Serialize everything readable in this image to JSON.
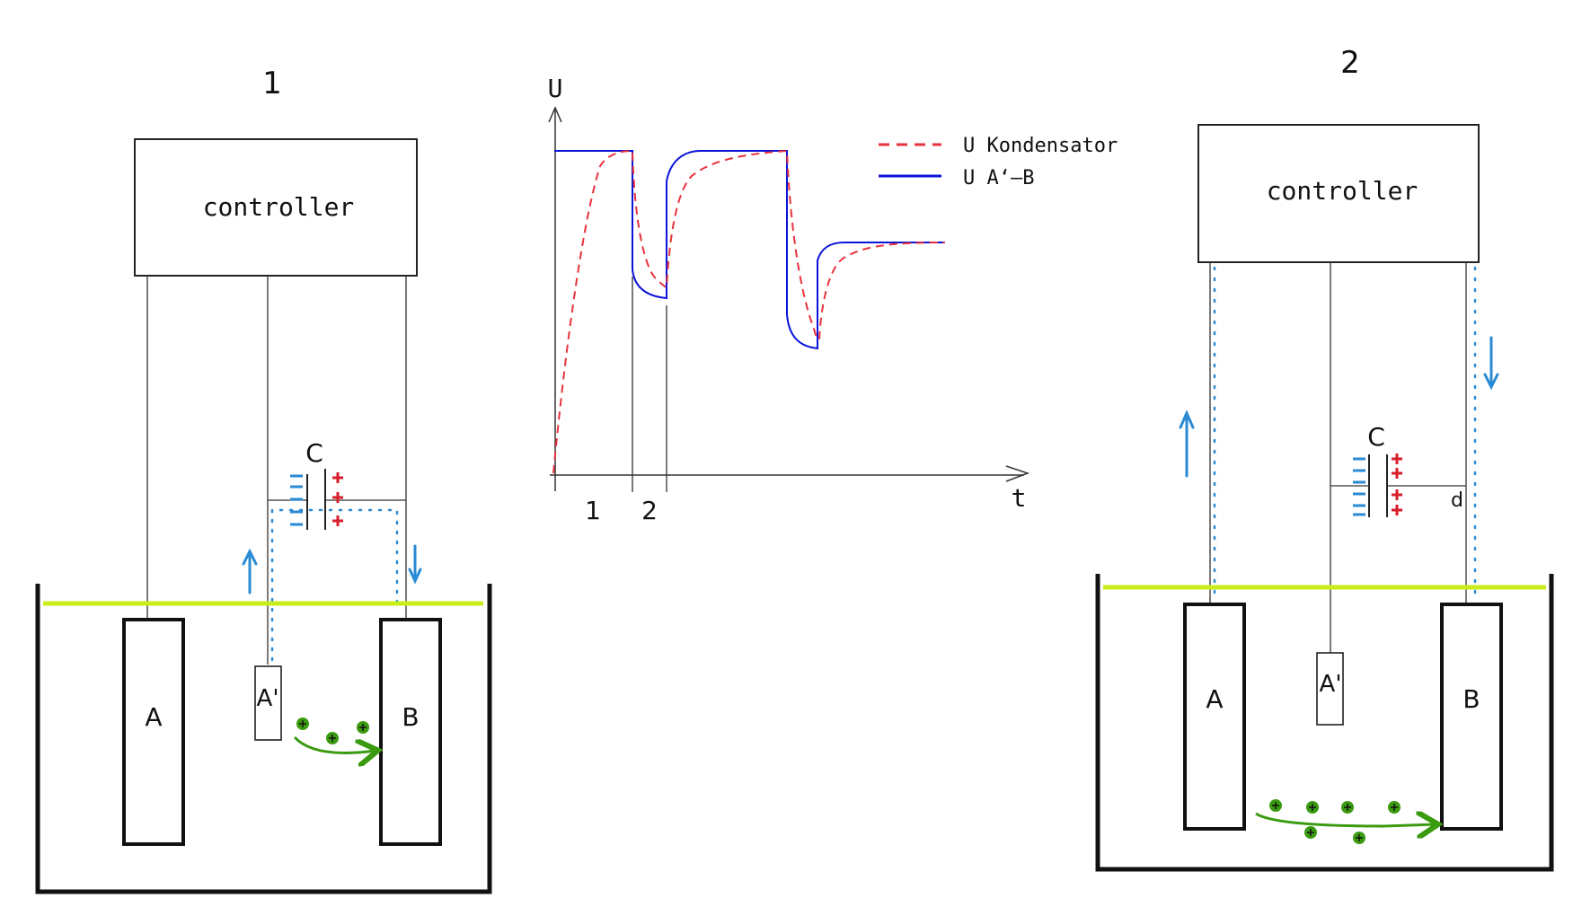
{
  "panel1": {
    "number": "1",
    "controller_label": "controller",
    "capacitor_label": "C",
    "electrode_a": "A",
    "electrode_a_prime": "A'",
    "electrode_b": "B"
  },
  "panel2": {
    "number": "2",
    "controller_label": "controller",
    "capacitor_label": "C",
    "gap_label": "d",
    "electrode_a": "A",
    "electrode_a_prime": "A'",
    "electrode_b": "B"
  },
  "graph": {
    "y_axis_label": "U",
    "x_axis_label": "t",
    "marker_1": "1",
    "marker_2": "2",
    "legend": [
      {
        "label": "U Kondensator",
        "color": "#e8323c",
        "style": "dashed"
      },
      {
        "label": "U A‘–B",
        "color": "#0a14d8",
        "style": "solid"
      }
    ]
  },
  "colors": {
    "electrolyte_surface": "#c8ee1a",
    "current_flow": "#2a8ad4",
    "positive_charge": "#d81e2a",
    "ions": "#3a9a10",
    "ion_arrow": "#3a9a10"
  }
}
